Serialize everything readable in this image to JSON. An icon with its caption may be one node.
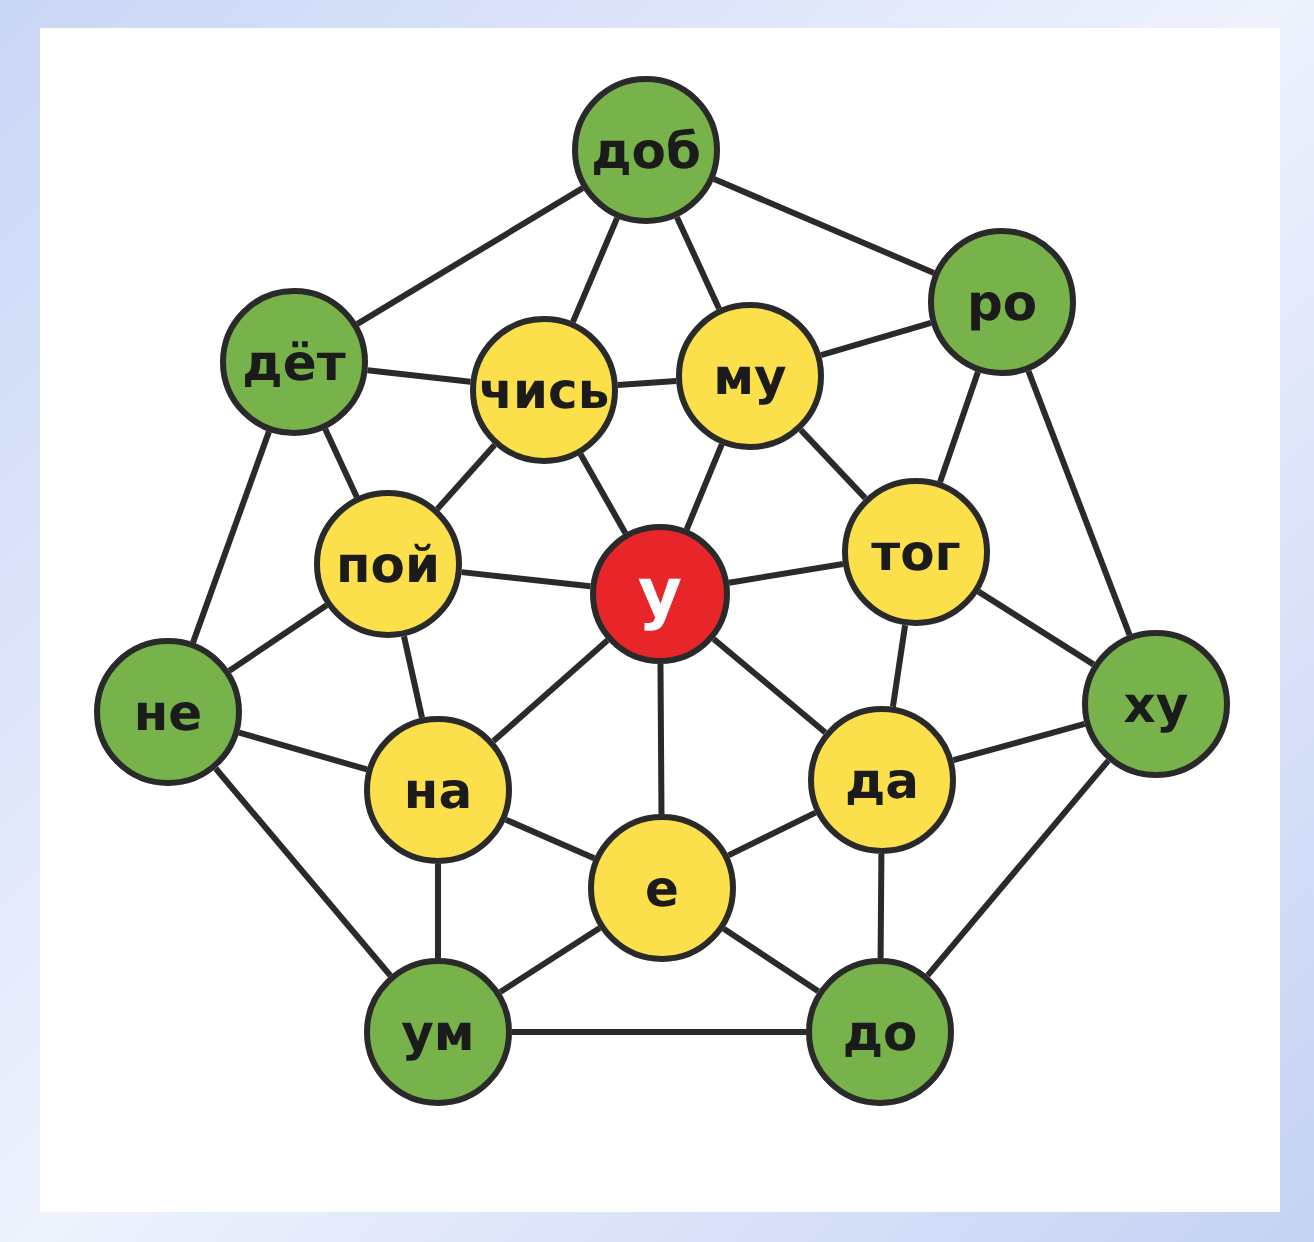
{
  "diagram": {
    "nodes": [
      {
        "text": [
          "доб"
        ]
      },
      {
        "text": [
          "дёт"
        ]
      },
      {
        "text": [
          "ро"
        ]
      },
      {
        "text": [
          "чись"
        ]
      },
      {
        "text": [
          "му"
        ]
      },
      {
        "text": [
          "пой"
        ]
      },
      {
        "text": [
          "у"
        ]
      },
      {
        "text": [
          "тог"
        ]
      },
      {
        "text": [
          "не"
        ]
      },
      {
        "text": [
          "ху"
        ]
      },
      {
        "text": [
          "на"
        ]
      },
      {
        "text": [
          "да"
        ]
      },
      {
        "text": [
          "е"
        ]
      },
      {
        "text": [
          "ум"
        ]
      },
      {
        "text": [
          "до"
        ]
      }
    ],
    "edges": [
      {
        "from": 0,
        "to": 1,
        "arrow": "none"
      },
      {
        "from": 0,
        "to": 2,
        "arrow": "none"
      },
      {
        "from": 1,
        "to": 8,
        "arrow": "none"
      },
      {
        "from": 2,
        "to": 9,
        "arrow": "none"
      },
      {
        "from": 8,
        "to": 13,
        "arrow": "none"
      },
      {
        "from": 9,
        "to": 14,
        "arrow": "none"
      },
      {
        "from": 13,
        "to": 14,
        "arrow": "none"
      },
      {
        "from": 0,
        "to": 3,
        "arrow": "none"
      },
      {
        "from": 0,
        "to": 4,
        "arrow": "none"
      },
      {
        "from": 1,
        "to": 3,
        "arrow": "none"
      },
      {
        "from": 1,
        "to": 5,
        "arrow": "none"
      },
      {
        "from": 2,
        "to": 4,
        "arrow": "none"
      },
      {
        "from": 2,
        "to": 7,
        "arrow": "none"
      },
      {
        "from": 3,
        "to": 4,
        "arrow": "none"
      },
      {
        "from": 3,
        "to": 5,
        "arrow": "none"
      },
      {
        "from": 3,
        "to": 6,
        "arrow": "none"
      },
      {
        "from": 4,
        "to": 6,
        "arrow": "none"
      },
      {
        "from": 4,
        "to": 7,
        "arrow": "none"
      },
      {
        "from": 5,
        "to": 6,
        "arrow": "none"
      },
      {
        "from": 5,
        "to": 8,
        "arrow": "none"
      },
      {
        "from": 5,
        "to": 10,
        "arrow": "none"
      },
      {
        "from": 7,
        "to": 6,
        "arrow": "none"
      },
      {
        "from": 7,
        "to": 9,
        "arrow": "none"
      },
      {
        "from": 7,
        "to": 11,
        "arrow": "none"
      },
      {
        "from": 8,
        "to": 10,
        "arrow": "none"
      },
      {
        "from": 10,
        "to": 6,
        "arrow": "none"
      },
      {
        "from": 10,
        "to": 12,
        "arrow": "none"
      },
      {
        "from": 10,
        "to": 13,
        "arrow": "none"
      },
      {
        "from": 9,
        "to": 11,
        "arrow": "none"
      },
      {
        "from": 11,
        "to": 6,
        "arrow": "none"
      },
      {
        "from": 11,
        "to": 12,
        "arrow": "none"
      },
      {
        "from": 11,
        "to": 14,
        "arrow": "none"
      },
      {
        "from": 12,
        "to": 6,
        "arrow": "none"
      },
      {
        "from": 12,
        "to": 13,
        "arrow": "none"
      },
      {
        "from": 12,
        "to": 14,
        "arrow": "none"
      }
    ]
  }
}
